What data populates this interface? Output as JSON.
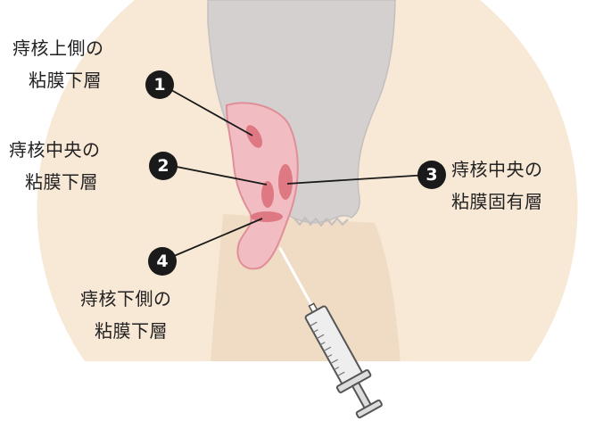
{
  "colors": {
    "skin": "#f8e8d6",
    "skin_shadow": "#f0dcc4",
    "rectum": "#d4d0cf",
    "rectum_edge": "#c3bfbe",
    "hemorrhoid_fill": "#f1bdc2",
    "hemorrhoid_edge": "#e08e98",
    "injection_spot": "#de7983",
    "callout_line": "#1a1a1a",
    "marker": "#1a1a1a"
  },
  "labels": {
    "l1": {
      "marker": "1",
      "line1": "痔核上側の",
      "line2": "粘膜下層"
    },
    "l2": {
      "marker": "2",
      "line1": "痔核中央の",
      "line2": "粘膜下層"
    },
    "l3": {
      "marker": "3",
      "line1": "痔核中央の",
      "line2": "粘膜固有層"
    },
    "l4": {
      "marker": "4",
      "line1": "痔核下側の",
      "line2": "粘膜下層"
    }
  },
  "icons": {
    "syringe": "syringe-icon"
  }
}
